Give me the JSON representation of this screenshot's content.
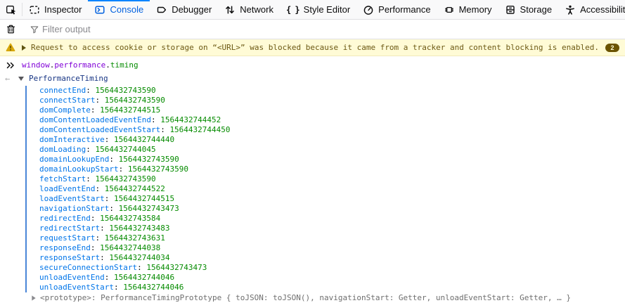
{
  "toolbar": {
    "tabs": [
      {
        "label": "Inspector"
      },
      {
        "label": "Console"
      },
      {
        "label": "Debugger"
      },
      {
        "label": "Network"
      },
      {
        "label": "Style Editor"
      },
      {
        "label": "Performance"
      },
      {
        "label": "Memory"
      },
      {
        "label": "Storage"
      },
      {
        "label": "Accessibility"
      }
    ],
    "style_editor_glyph": "{ }"
  },
  "filter": {
    "placeholder": "Filter output"
  },
  "warning": {
    "message": "Request to access cookie or storage on “<URL>” was blocked because it came from a tracker and content blocking is enabled.",
    "count": "2"
  },
  "command": {
    "tokens": [
      {
        "text": "window",
        "type": "var"
      },
      {
        "text": ".",
        "type": "punct"
      },
      {
        "text": "performance",
        "type": "var"
      },
      {
        "text": ".",
        "type": "punct"
      },
      {
        "text": "timing",
        "type": "prop"
      }
    ]
  },
  "result": {
    "class_name": "PerformanceTiming",
    "properties": [
      {
        "name": "connectEnd",
        "value": "1564432743590"
      },
      {
        "name": "connectStart",
        "value": "1564432743590"
      },
      {
        "name": "domComplete",
        "value": "1564432744515"
      },
      {
        "name": "domContentLoadedEventEnd",
        "value": "1564432744452"
      },
      {
        "name": "domContentLoadedEventStart",
        "value": "1564432744450"
      },
      {
        "name": "domInteractive",
        "value": "1564432744440"
      },
      {
        "name": "domLoading",
        "value": "1564432744045"
      },
      {
        "name": "domainLookupEnd",
        "value": "1564432743590"
      },
      {
        "name": "domainLookupStart",
        "value": "1564432743590"
      },
      {
        "name": "fetchStart",
        "value": "1564432743590"
      },
      {
        "name": "loadEventEnd",
        "value": "1564432744522"
      },
      {
        "name": "loadEventStart",
        "value": "1564432744515"
      },
      {
        "name": "navigationStart",
        "value": "1564432743473"
      },
      {
        "name": "redirectEnd",
        "value": "1564432743584"
      },
      {
        "name": "redirectStart",
        "value": "1564432743483"
      },
      {
        "name": "requestStart",
        "value": "1564432743631"
      },
      {
        "name": "responseEnd",
        "value": "1564432744038"
      },
      {
        "name": "responseStart",
        "value": "1564432744034"
      },
      {
        "name": "secureConnectionStart",
        "value": "1564432743473"
      },
      {
        "name": "unloadEventEnd",
        "value": "1564432744046"
      },
      {
        "name": "unloadEventStart",
        "value": "1564432744046"
      }
    ],
    "prototype_text": "<prototype>: PerformanceTimingPrototype { toJSON: toJSON(), navigationStart: Getter, unloadEventStart: Getter, … }"
  },
  "colors": {
    "accent": "#0a84ff",
    "active_tab_text": "#0060df",
    "property_name": "#0074e8",
    "number_value": "#058b00",
    "object_class": "#173584",
    "warning_bg": "#fffbd6",
    "warning_text": "#6c5914",
    "warning_badge_bg": "#6b5300"
  }
}
